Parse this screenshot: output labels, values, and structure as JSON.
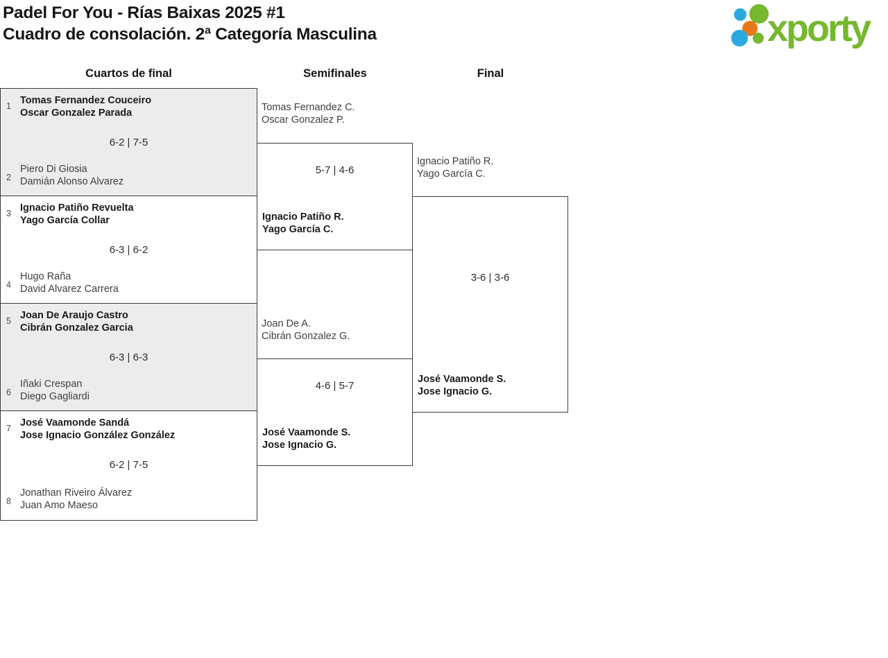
{
  "page": {
    "title_line1": "Padel For You - Rías Baixas 2025 #1",
    "title_line2": "Cuadro de consolación. 2ª Categoría Masculina"
  },
  "logo": {
    "text": "xporty",
    "green": "#76b82e",
    "blue": "#2aa9e0",
    "orange": "#e87817"
  },
  "columns": {
    "quarterfinals": "Cuartos de final",
    "semifinals": "Semifinales",
    "final": "Final"
  },
  "quarterfinals": [
    {
      "seed_top": "1",
      "top": [
        "Tomas Fernandez Couceiro",
        "Oscar Gonzalez Parada"
      ],
      "score": "6-2 | 7-5",
      "seed_bottom": "2",
      "bottom": [
        "Piero Di Giosia",
        "Damián Alonso Alvarez"
      ]
    },
    {
      "seed_top": "3",
      "top": [
        "Ignacio Patiño Revuelta",
        "Yago García Collar"
      ],
      "score": "6-3 | 6-2",
      "seed_bottom": "4",
      "bottom": [
        "Hugo Raña",
        "David Alvarez Carrera"
      ]
    },
    {
      "seed_top": "5",
      "top": [
        "Joan De Araujo Castro",
        "Cibrán Gonzalez Garcia"
      ],
      "score": "6-3 | 6-3",
      "seed_bottom": "6",
      "bottom": [
        "Iñaki Crespan",
        "Diego Gagliardi"
      ]
    },
    {
      "seed_top": "7",
      "top": [
        "José Vaamonde Sandá",
        "Jose Ignacio González González"
      ],
      "score": "6-2 | 7-5",
      "seed_bottom": "8",
      "bottom": [
        "Jonathan Riveiro Álvarez",
        "Juan Amo Maeso"
      ]
    }
  ],
  "semifinals": [
    {
      "top": [
        "Tomas Fernandez C.",
        "Oscar Gonzalez P."
      ],
      "score": "5-7 | 4-6",
      "bottom": [
        "Ignacio Patiño R.",
        "Yago García C."
      ]
    },
    {
      "top": [
        "Joan De A.",
        "Cibrán Gonzalez G."
      ],
      "score": "4-6 | 5-7",
      "bottom": [
        "José Vaamonde S.",
        "Jose Ignacio G."
      ]
    }
  ],
  "final": {
    "top": [
      "Ignacio Patiño R.",
      "Yago García C."
    ],
    "score": "3-6 | 3-6",
    "bottom": [
      "José Vaamonde S.",
      "Jose Ignacio G."
    ]
  }
}
